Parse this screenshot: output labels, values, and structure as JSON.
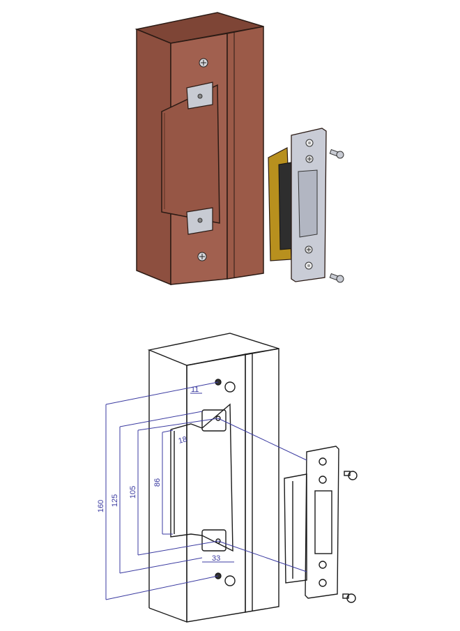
{
  "top_view": {
    "description": "3D rendered door frame box with electric strike and faceplate",
    "colors": {
      "frame": "#9b5a48",
      "frame_dark": "#7e4536",
      "frame_light": "#a8685a",
      "strike_body": "#b8901e",
      "faceplate": "#c9ccd6",
      "outline": "#2a1a14"
    }
  },
  "bottom_view": {
    "description": "Line drawing with dimensions",
    "colors": {
      "line": "#1a1a1a",
      "dimension": "#3a3aa0"
    },
    "dimensions": {
      "d160": "160",
      "d125": "125",
      "d105": "105",
      "d86": "86",
      "d18": "18",
      "d11": "11",
      "d33": "33"
    }
  }
}
